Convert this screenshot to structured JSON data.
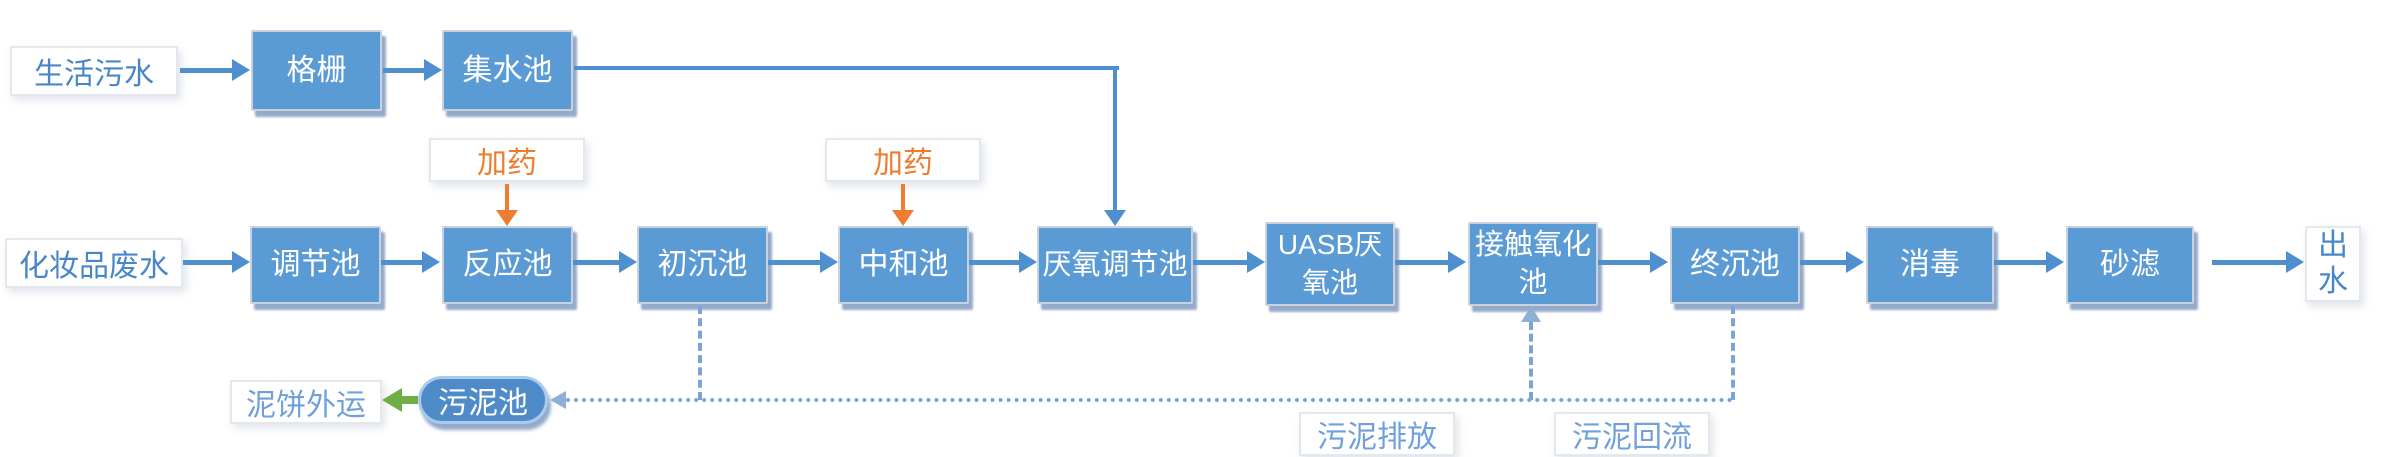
{
  "nodes": {
    "domestic_sewage": "生活污水",
    "grid_screen": "格栅",
    "collection_tank": "集水池",
    "cosmetic_wastewater": "化妆品废水",
    "regulating_tank": "调节池",
    "reaction_tank": "反应池",
    "primary_sedimentation_tank": "初沉池",
    "neutralization_tank": "中和池",
    "anaerobic_regulating_tank": "厌氧调节池",
    "uasb_anaerobic_tank": "UASB厌氧池",
    "contact_oxidation_tank": "接触氧化池",
    "final_sedimentation_tank": "终沉池",
    "disinfection": "消毒",
    "sand_filter": "砂滤",
    "effluent": "出水",
    "dosing": "加药",
    "sludge_tank": "污泥池",
    "sludge_cake_out": "泥饼外运",
    "sludge_discharge": "污泥排放",
    "sludge_return": "污泥回流"
  },
  "colors": {
    "background": "#FFFFFF",
    "tank_fill": "#5B9BD5",
    "pill_fill": "#4E8BC8",
    "tank_shadow": "#3E649E",
    "flow_arrow_blue": "#4E8FD0",
    "dashed_sludge_line": "#7BA3D6",
    "dosing_orange": "#ED7D31",
    "sludge_green": "#70AD47",
    "inlet_label_blue": "#4787C8",
    "sludge_label_blue": "#6FA0DC",
    "box_text": "#FFFFFF"
  }
}
